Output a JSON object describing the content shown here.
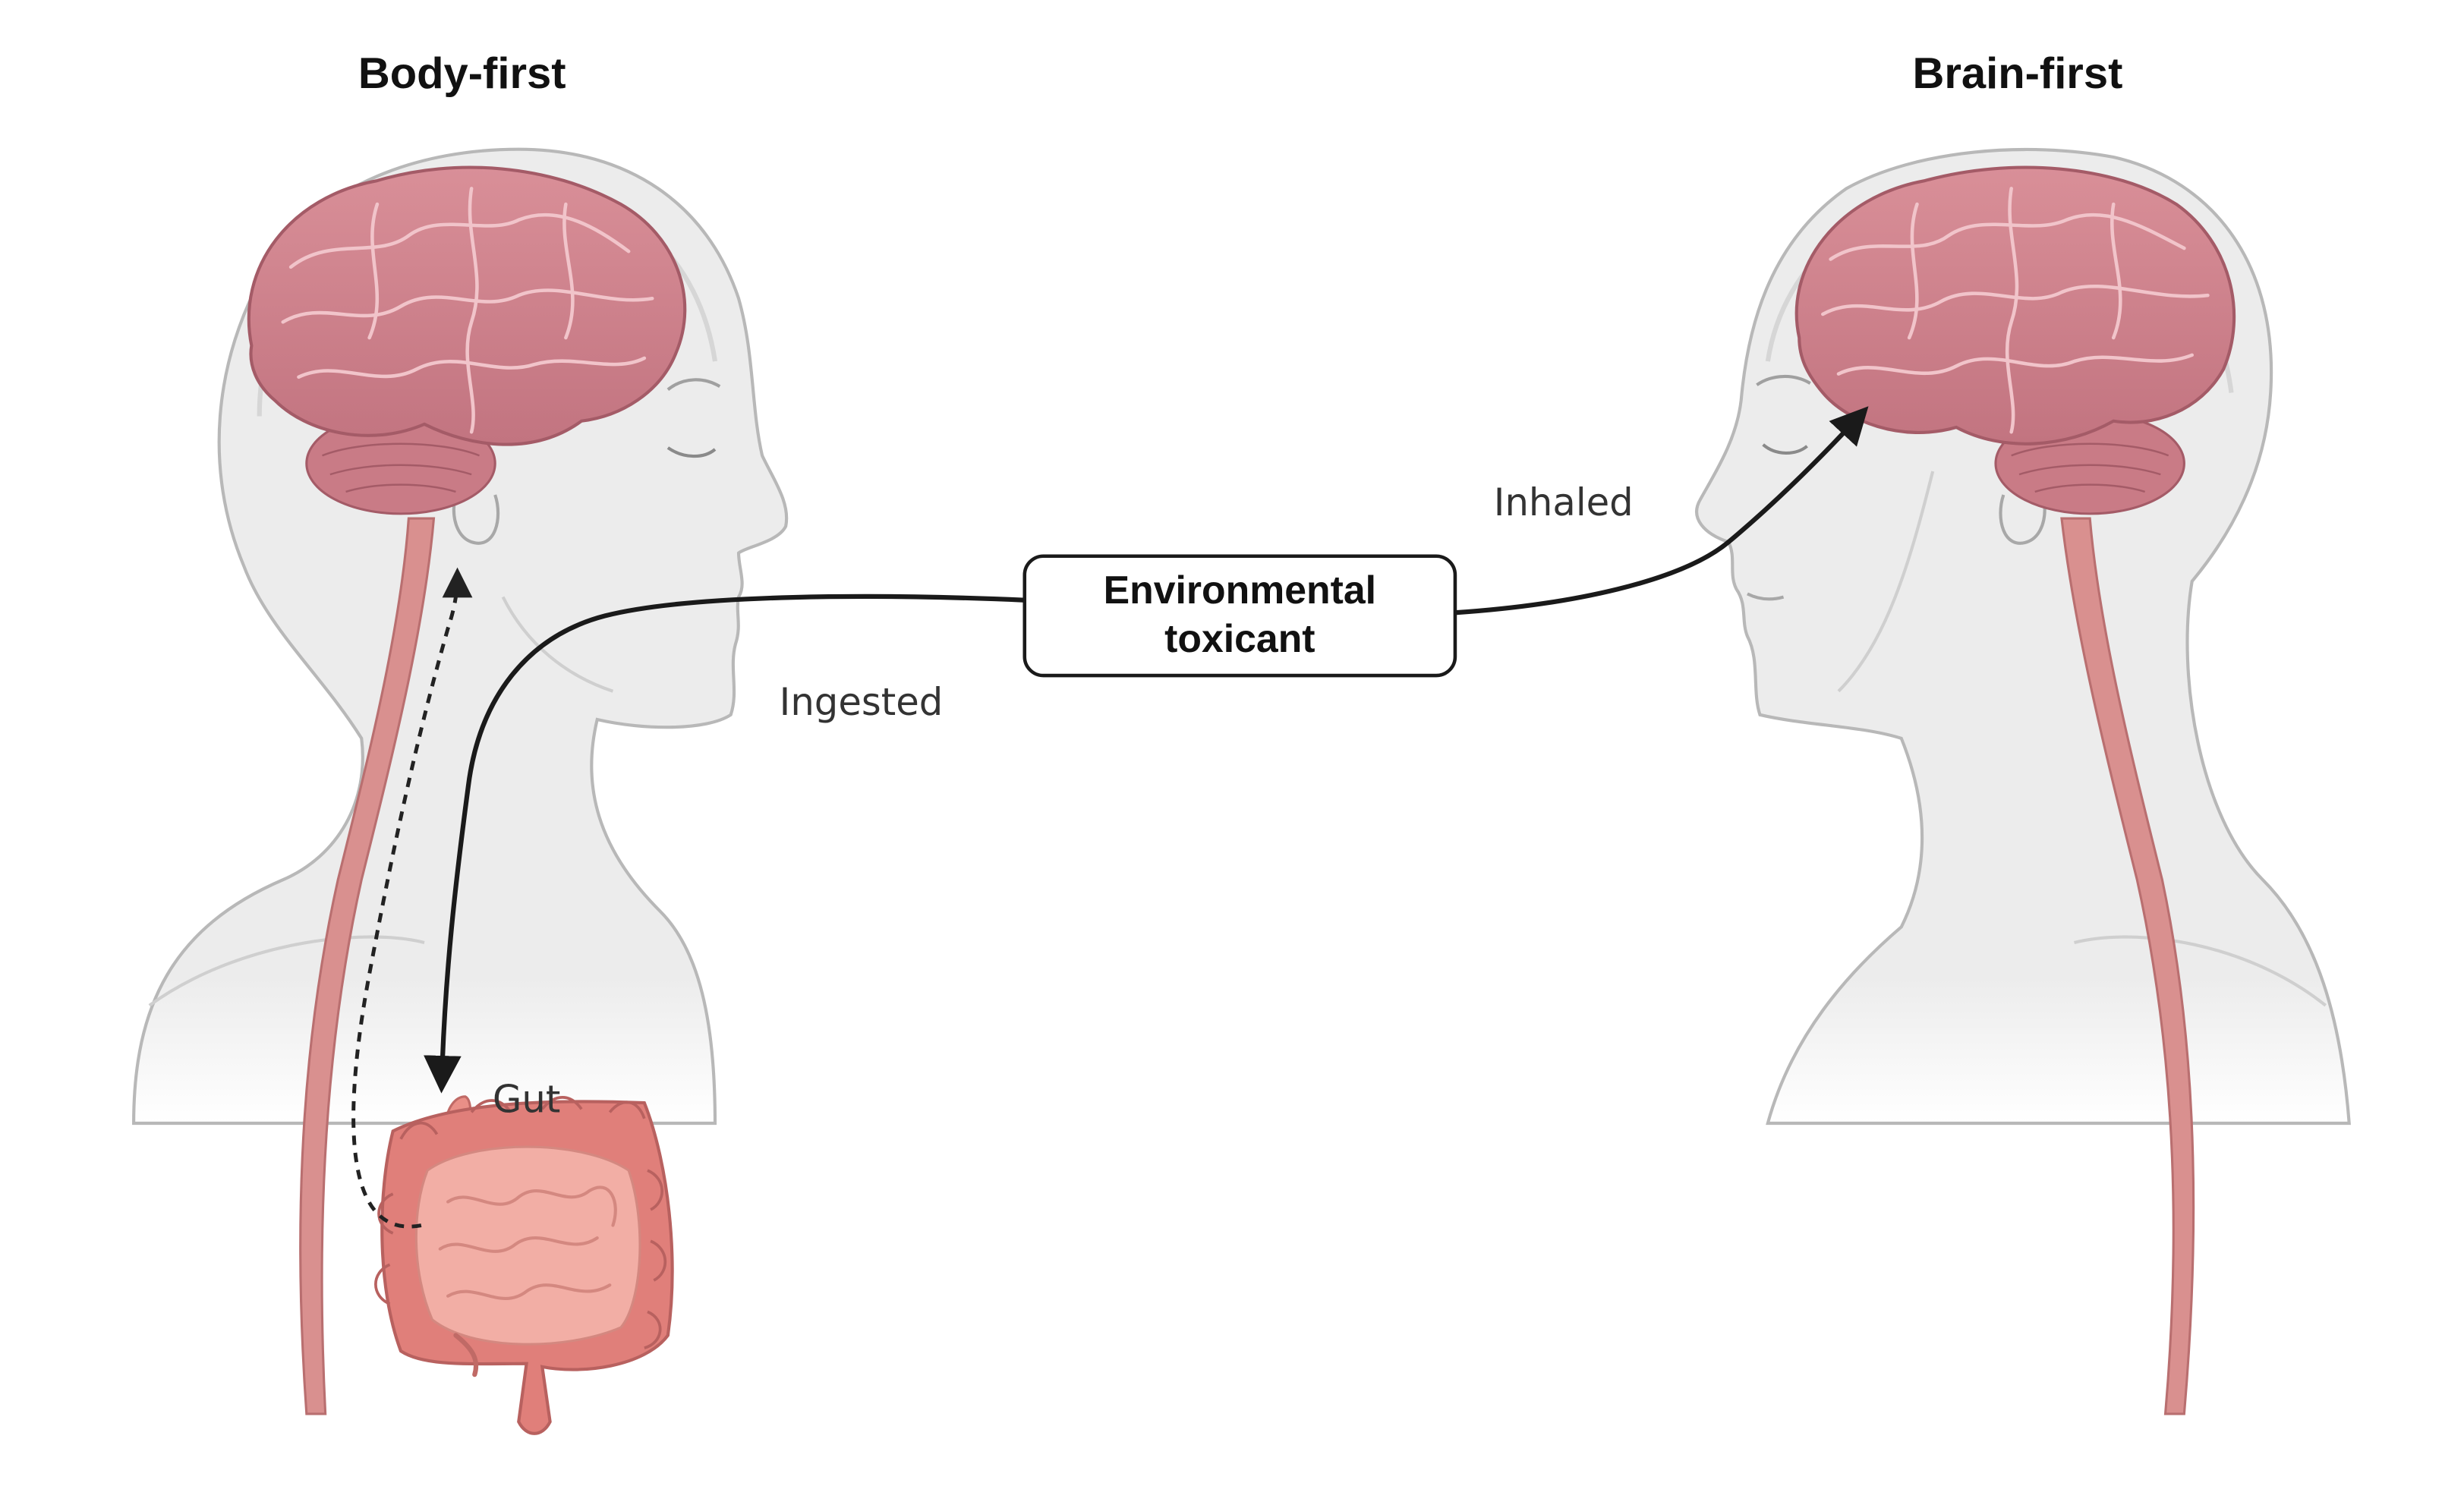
{
  "panels": {
    "left": {
      "title": "Body-first"
    },
    "right": {
      "title": "Brain-first"
    }
  },
  "source_box": {
    "line1": "Environmental",
    "line2": "toxicant"
  },
  "routes": {
    "ingested": "Ingested",
    "inhaled": "Inhaled"
  },
  "organs": {
    "gut": "Gut"
  },
  "colors": {
    "brain": "#c97b86",
    "brain_light": "#e3a6ae",
    "spinal_cord": "#d98e8e",
    "gut": "#e98f87",
    "gut_inner": "#f2aea5",
    "silhouette_fill": "#ececec",
    "silhouette_stroke": "#b3b3b3",
    "arrow": "#1a1a1a"
  },
  "icons": {
    "left_brain": "brain-icon",
    "right_brain": "brain-icon",
    "gut": "intestine-icon"
  }
}
